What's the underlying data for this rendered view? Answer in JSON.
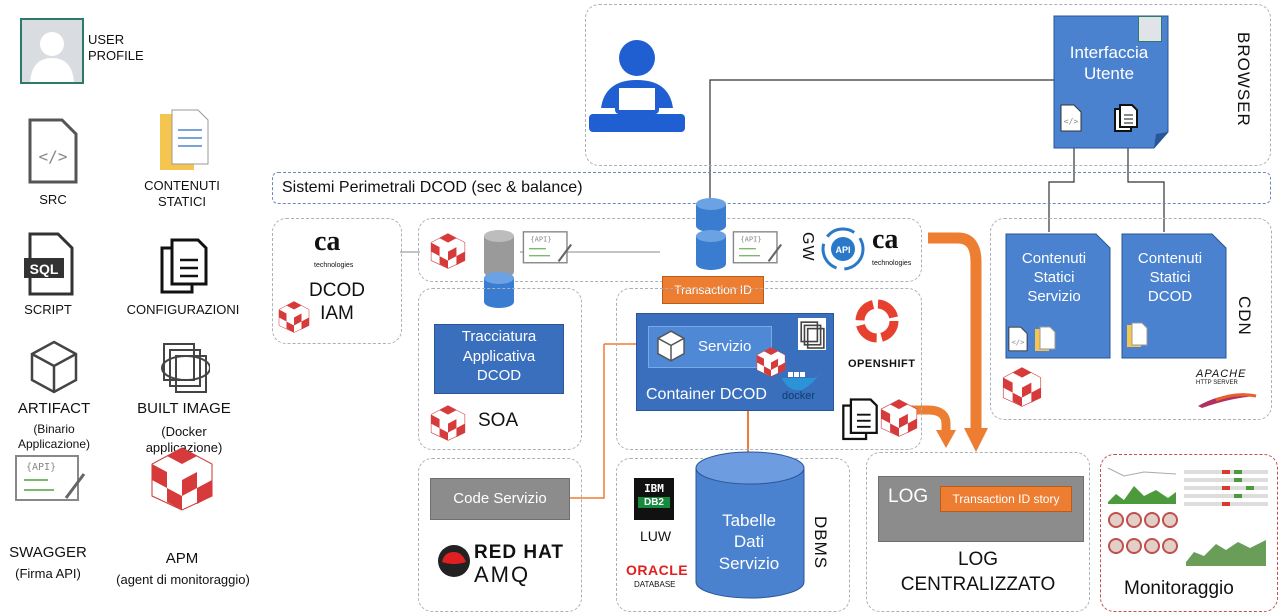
{
  "legend": {
    "user_profile": "USER\nPROFILE",
    "src": "SRC",
    "contenuti_statici": "CONTENUTI\nSTATICI",
    "script": "SCRIPT",
    "configurazioni": "CONFIGURAZIONI",
    "artifact": "ARTIFACT",
    "artifact_sub": "(Binario\nApplicazione)",
    "built_image": "BUILT IMAGE",
    "built_image_sub": "(Docker\napplicazione)",
    "swagger": "SWAGGER",
    "swagger_sub": "(Firma API)",
    "apm": "APM",
    "apm_sub": "(agent di monitoraggio)"
  },
  "diagram": {
    "browser": "BROWSER",
    "interfaccia_utente": "Interfaccia\nUtente",
    "perimetrali": "Sistemi Perimetrali DCOD (sec & balance)",
    "gw": "GW",
    "ca_logo": "ca",
    "ca_sub": "technologies",
    "api": "API",
    "dcod_iam": "DCOD\nIAM",
    "transaction_id": "Transaction ID",
    "tracciatura": "Tracciatura\nApplicativa\nDCOD",
    "soa": "SOA",
    "servizio": "Servizio",
    "container": "Container DCOD",
    "openshift": "OPENSHIFT",
    "docker": "docker",
    "cdn": "CDN",
    "contenuti_servizio": "Contenuti\nStatici\nServizio",
    "contenuti_dcod": "Contenuti\nStatici\nDCOD",
    "apache": "APACHE",
    "apache_sub": "HTTP SERVER",
    "code_servizio": "Code Servizio",
    "redhat": "RED HAT",
    "amq": "AMQ",
    "ibm": "IBM",
    "db2": "DB2",
    "luw": "LUW",
    "oracle": "ORACLE",
    "oracle_sub": "DATABASE",
    "tabelle": "Tabelle\nDati\nServizio",
    "dbms": "DBMS",
    "log": "LOG",
    "transaction_story": "Transaction ID story",
    "log_centralizzato": "LOG\nCENTRALIZZATO",
    "monitoraggio": "Monitoraggio",
    "api_tag": "{API}"
  },
  "colors": {
    "blue_box": "#3a6fbd",
    "orange": "#ed7d31",
    "gray_box": "#8c8c8c",
    "monitor_border": "#c0504d"
  }
}
